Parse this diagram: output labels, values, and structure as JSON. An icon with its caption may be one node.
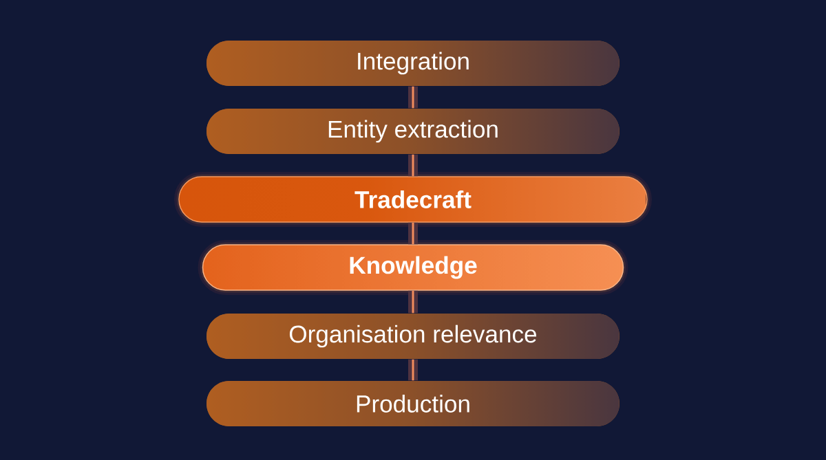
{
  "diagram": {
    "nodes": [
      {
        "text": [
          "Integration"
        ]
      },
      {
        "text": [
          "Entity extraction"
        ]
      },
      {
        "text": [
          "Tradecraft"
        ]
      },
      {
        "text": [
          "Knowledge"
        ]
      },
      {
        "text": [
          "Organisation relevance"
        ]
      },
      {
        "text": [
          "Production"
        ]
      }
    ],
    "edges": [
      {
        "from": 0,
        "to": 1,
        "arrow": "none"
      },
      {
        "from": 1,
        "to": 2,
        "arrow": "none"
      },
      {
        "from": 2,
        "to": 3,
        "arrow": "none"
      },
      {
        "from": 3,
        "to": 4,
        "arrow": "none"
      },
      {
        "from": 4,
        "to": 5,
        "arrow": "none"
      }
    ]
  }
}
